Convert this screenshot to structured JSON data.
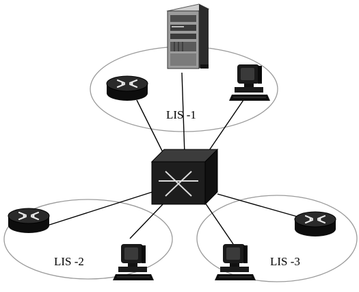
{
  "diagram": {
    "subnets": [
      {
        "id": "lis1",
        "label": "LIS -1"
      },
      {
        "id": "lis2",
        "label": "LIS -2"
      },
      {
        "id": "lis3",
        "label": "LIS -3"
      }
    ],
    "nodes": {
      "server": {
        "icon": "server-tower-icon"
      },
      "switch": {
        "icon": "atm-switch-icon"
      },
      "routers": [
        "router-icon",
        "router-icon",
        "router-icon"
      ],
      "workstations": [
        "workstation-icon",
        "workstation-icon",
        "workstation-icon"
      ]
    }
  }
}
